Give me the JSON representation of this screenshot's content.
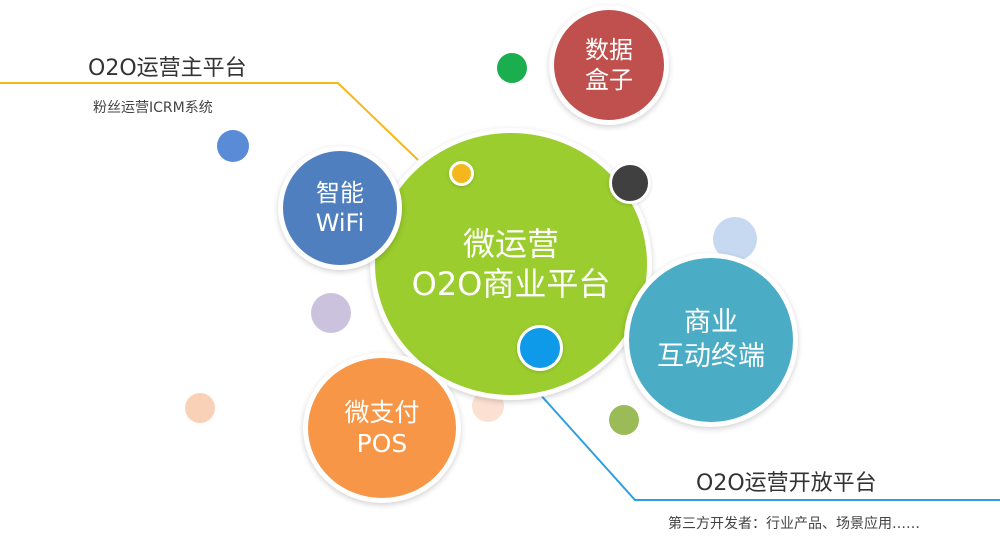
{
  "colors": {
    "center": "#9ACD2D",
    "data_box": "#C0504D",
    "wifi": "#4F7FBF",
    "terminal": "#4BACC6",
    "pay": "#F79646",
    "line_top": "#F5B81C",
    "line_bottom": "#2F9EE0"
  },
  "top_platform": {
    "title": "O2O运营主平台",
    "subtitle": "粉丝运营ICRM系统"
  },
  "bottom_platform": {
    "title": "O2O运营开放平台",
    "subtitle": "第三方开发者：行业产品、场景应用……"
  },
  "center": {
    "line1": "微运营",
    "line2": "O2O商业平台"
  },
  "data_box": {
    "line1": "数据",
    "line2": "盒子"
  },
  "wifi": {
    "line1": "智能",
    "line2": "WiFi"
  },
  "terminal": {
    "line1": "商业",
    "line2": "互动终端"
  },
  "pay": {
    "line1": "微支付",
    "line2": "POS"
  }
}
